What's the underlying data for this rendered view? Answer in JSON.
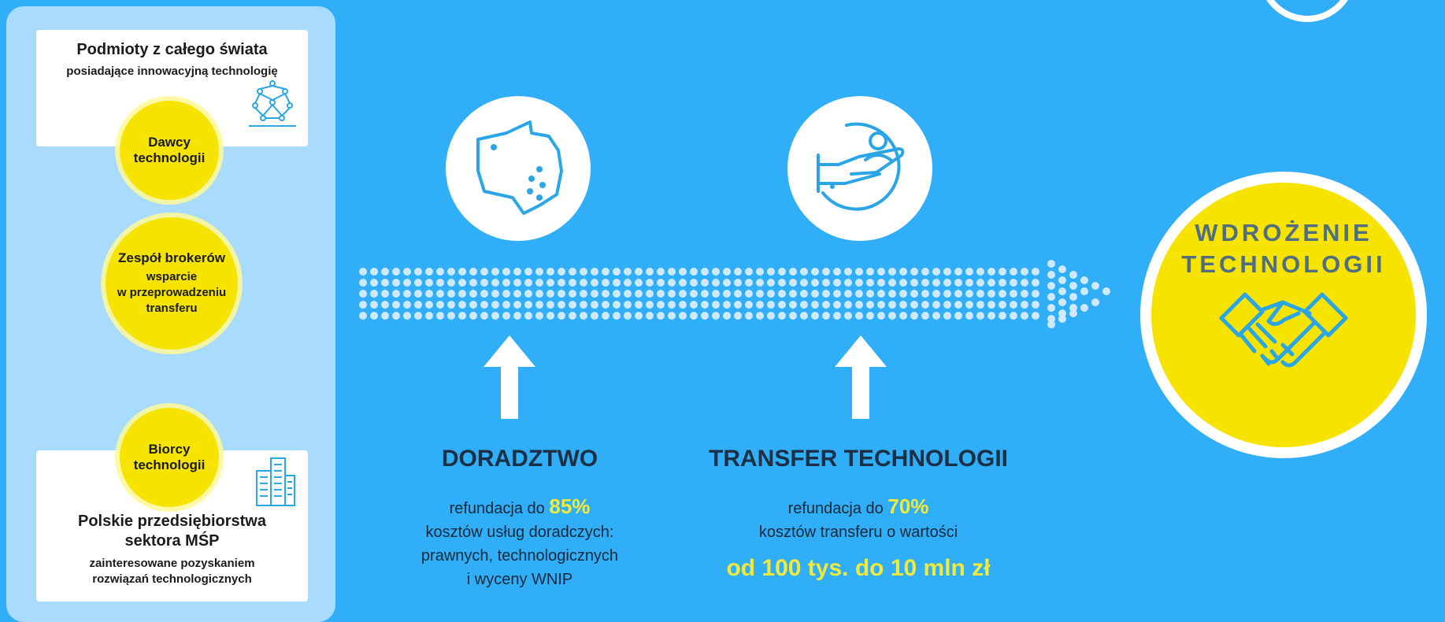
{
  "left": {
    "providers": {
      "title": "Podmioty z całego świata",
      "subtitle": "posiadające innowacyjną technologię",
      "badge_line1": "Dawcy",
      "badge_line2": "technologii",
      "icon": "molecule-network-icon"
    },
    "brokers": {
      "title": "Zespół brokerów",
      "line1": "wsparcie",
      "line2": "w przeprowadzeniu",
      "line3": "transferu"
    },
    "recipients": {
      "badge_line1": "Biorcy",
      "badge_line2": "technologii",
      "title_line1": "Polskie przedsiębiorstwa",
      "title_line2": "sektora MŚP",
      "sub_line1": "zainteresowane pozyskaniem",
      "sub_line2": "rozwiązań technologicznych",
      "icon": "office-buildings-icon"
    }
  },
  "consulting": {
    "icon": "poland-map-icon",
    "heading": "DORADZTWO",
    "line1_prefix": "refundacja do",
    "percent": "85%",
    "line2": "kosztów usług doradczych:",
    "line3": "prawnych, technologicznych",
    "line4": "i wyceny WNIP"
  },
  "transfer": {
    "icon": "hand-giving-icon",
    "heading": "TRANSFER TECHNOLOGII",
    "line1_prefix": "refundacja do",
    "percent": "70%",
    "line2": "kosztów transferu o wartości",
    "range": "od 100 tys. do 10 mln zł"
  },
  "result": {
    "line1": "WDROŻENIE",
    "line2": "TECHNOLOGII",
    "icon": "handshake-icon"
  },
  "colors": {
    "background": "#30aef7",
    "panel": "#a9dbff",
    "yellow": "#f7e300",
    "accent_text": "#f2ea3a",
    "icon_blue": "#2aa5e6"
  }
}
